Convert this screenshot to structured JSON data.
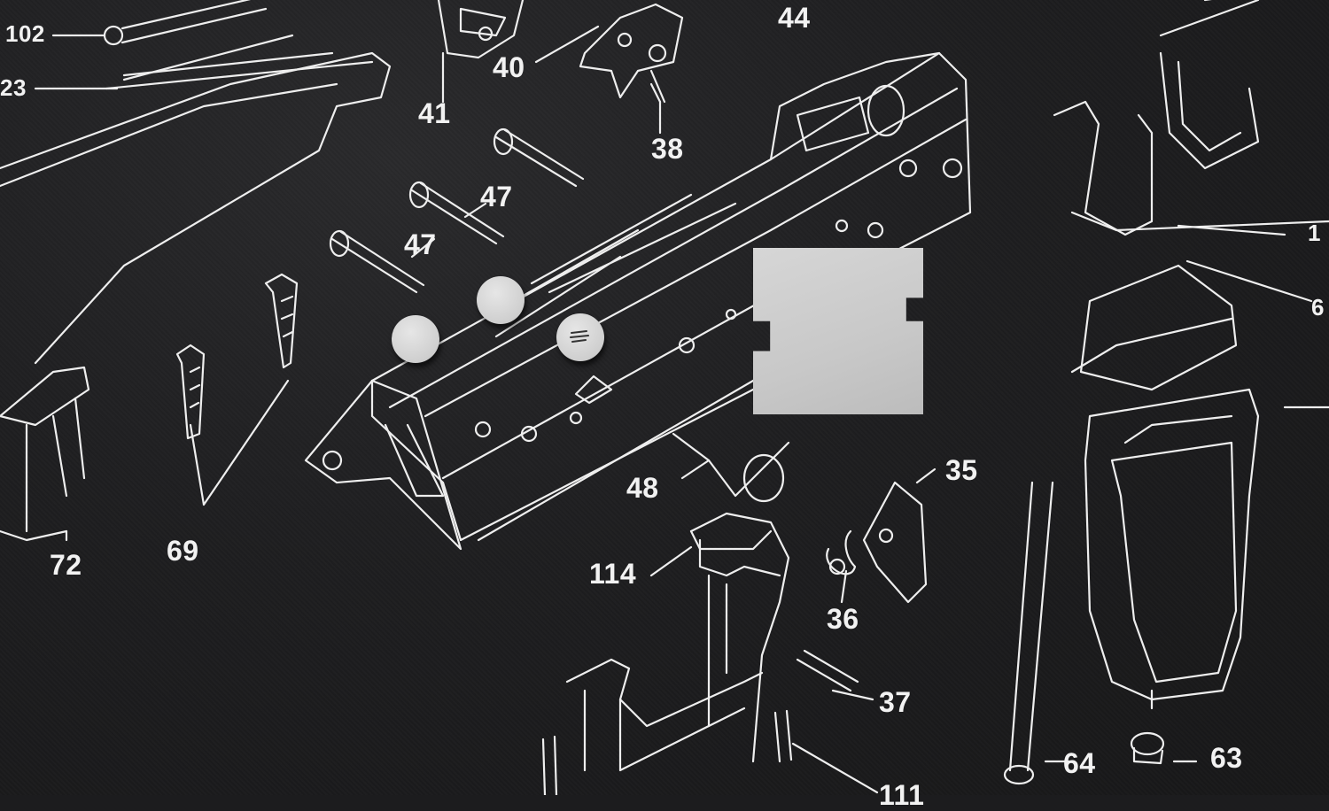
{
  "scene": {
    "background_color": "#1c1c1e",
    "line_color": "#eeeeee",
    "part_color": "#cccccc"
  },
  "labels": {
    "l102": "102",
    "l23": "23",
    "l41": "41",
    "l40": "40",
    "l44": "44",
    "l38": "38",
    "l47a": "47",
    "l47b": "47",
    "l69": "69",
    "l72": "72",
    "l48": "48",
    "l35": "35",
    "l114": "114",
    "l36": "36",
    "l37": "37",
    "l64": "64",
    "l63": "63",
    "l111": "111",
    "l1": "1",
    "l6": "6"
  }
}
